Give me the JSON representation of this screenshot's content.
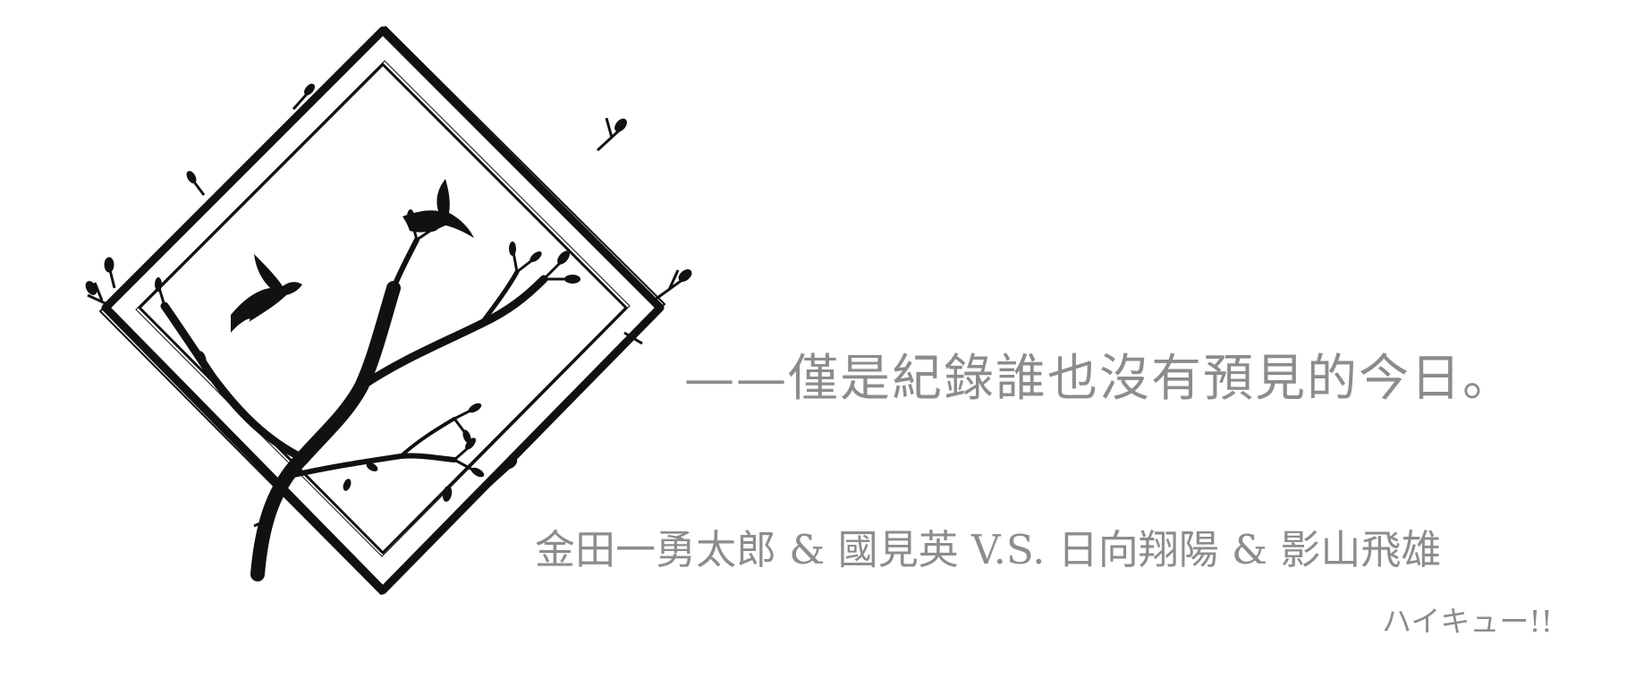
{
  "tagline": "——僅是紀錄誰也沒有預見的今日。",
  "pairing": "金田一勇太郎 & 國見英 V.S. 日向翔陽 & 影山飛雄",
  "series": "ハイキュー!!",
  "colors": {
    "text": "#8c8c8c",
    "emblem": "#111111",
    "background": "#ffffff"
  },
  "emblem": {
    "icons": [
      "diamond-frame-icon",
      "bare-tree-branch-icon",
      "flying-bird-icon",
      "flying-bird-icon"
    ]
  }
}
